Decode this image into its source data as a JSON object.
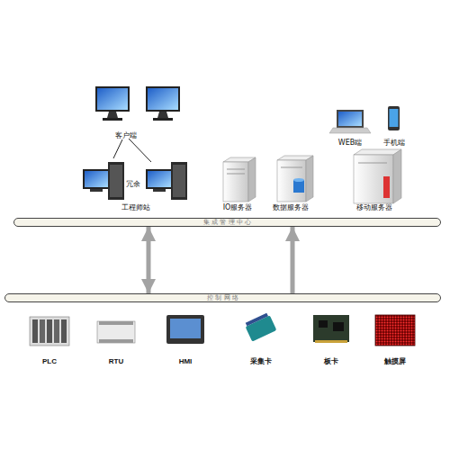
{
  "diagram": {
    "nodes": [
      {
        "text": [
          "客户端"
        ]
      },
      {
        "text": [
          "WEB端"
        ]
      },
      {
        "text": [
          "手机端"
        ]
      },
      {
        "text": [
          "冗余",
          "工程师站"
        ]
      },
      {
        "text": [
          "IO服务器"
        ]
      },
      {
        "text": [
          "数据服务器"
        ]
      },
      {
        "text": [
          "移动服务器"
        ]
      },
      {
        "text": [
          "集 成 管 理 中 心"
        ]
      },
      {
        "text": [
          "控 制 网 络"
        ]
      },
      {
        "text": [
          "PLC"
        ]
      },
      {
        "text": [
          "RTU"
        ]
      },
      {
        "text": [
          "HMI"
        ]
      },
      {
        "text": [
          "采集卡"
        ]
      },
      {
        "text": [
          "板卡"
        ]
      },
      {
        "text": [
          "触摸屏"
        ]
      }
    ],
    "edges": [
      {
        "from": 0,
        "to": 3,
        "arrow": "none"
      },
      {
        "from": 7,
        "to": 8,
        "arrow": "both"
      },
      {
        "from": 8,
        "to": 7,
        "arrow": "to"
      }
    ]
  }
}
